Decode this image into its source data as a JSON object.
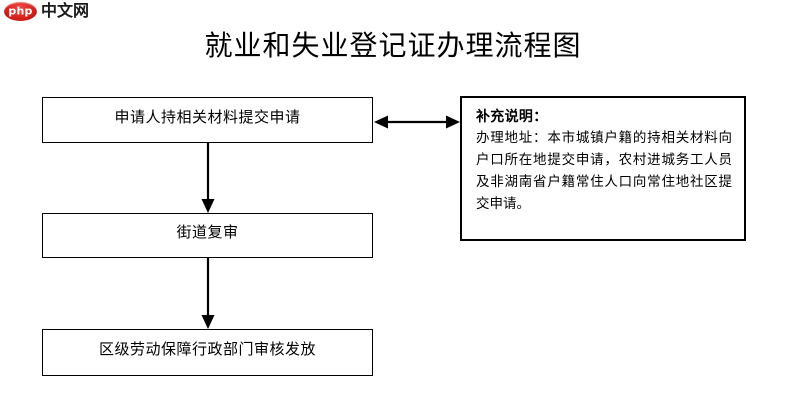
{
  "watermark": {
    "badge_text": "php",
    "site_name": "中文网",
    "badge_color": "#d9221d",
    "text_color": "#1a1a1a"
  },
  "page": {
    "title": "就业和失业登记证办理流程图",
    "background_color": "#ffffff",
    "line_color": "#000000"
  },
  "flowchart": {
    "type": "flowchart",
    "orientation": "vertical",
    "nodes": [
      {
        "id": "node1",
        "label": "申请人持相关材料提交申请"
      },
      {
        "id": "node2",
        "label": "街道复审"
      },
      {
        "id": "node3",
        "label": "区级劳动保障行政部门审核发放"
      }
    ],
    "edges": [
      {
        "from": "node1",
        "to": "node2",
        "direction": "down",
        "arrow": "single"
      },
      {
        "from": "node2",
        "to": "node3",
        "direction": "down",
        "arrow": "single"
      },
      {
        "from": "node1",
        "to": "note",
        "direction": "right",
        "arrow": "double"
      }
    ]
  },
  "note": {
    "heading": "补充说明：",
    "body": "办理地址：本市城镇户籍的持相关材料向户口所在地提交申请，农村进城务工人员及非湖南省户籍常住人口向常住地社区提交申请。"
  }
}
